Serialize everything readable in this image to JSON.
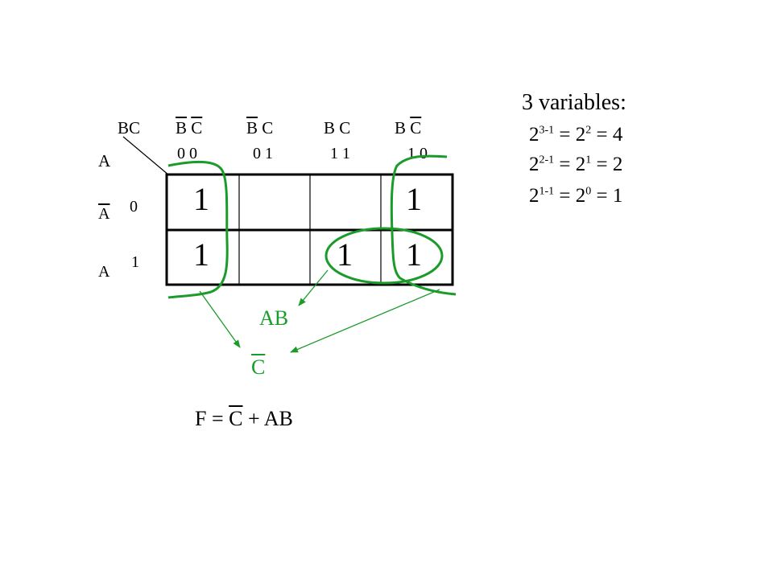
{
  "kmap": {
    "corner_col": "BC",
    "corner_row": "A",
    "col_headers": [
      {
        "left": "B",
        "left_bar": true,
        "right": "C",
        "right_bar": true,
        "code": "0 0"
      },
      {
        "left": "B",
        "left_bar": true,
        "right": "C",
        "right_bar": false,
        "code": "0 1"
      },
      {
        "left": "B",
        "left_bar": false,
        "right": "C",
        "right_bar": false,
        "code": "1 1"
      },
      {
        "left": "B",
        "left_bar": false,
        "right": "C",
        "right_bar": true,
        "code": "1 0"
      }
    ],
    "rows": [
      {
        "label": "A",
        "label_bar": true,
        "code": "0",
        "cells": [
          "1",
          "",
          "",
          "1"
        ]
      },
      {
        "label": "A",
        "label_bar": false,
        "code": "1",
        "cells": [
          "1",
          "",
          "1",
          "1"
        ]
      }
    ]
  },
  "groups": {
    "term_ab": "AB",
    "term_c": "C",
    "color": "#1a9b2a"
  },
  "formula": {
    "lhs": "F = ",
    "c": "C",
    "rhs": " + AB"
  },
  "notes": {
    "title": "3 variables:",
    "equations": [
      {
        "base1": "2",
        "exp1": "3-1",
        "base2": "2",
        "exp2": "2",
        "result": "4"
      },
      {
        "base1": "2",
        "exp1": "2-1",
        "base2": "2",
        "exp2": "1",
        "result": "2"
      },
      {
        "base1": "2",
        "exp1": "1-1",
        "base2": "2",
        "exp2": "0",
        "result": "1"
      }
    ]
  }
}
